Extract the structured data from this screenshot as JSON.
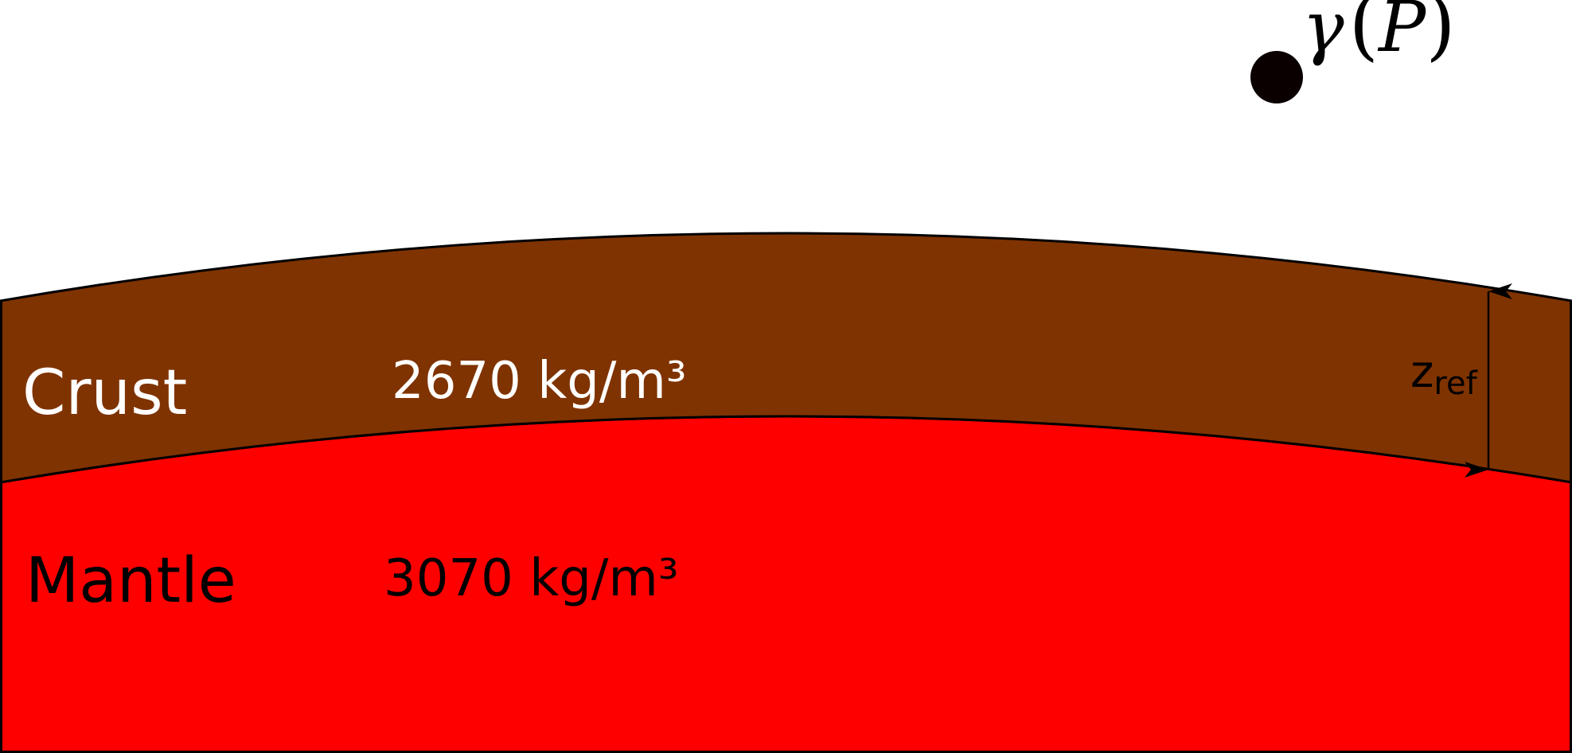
{
  "layers": {
    "crust": {
      "name": "Crust",
      "density": "2670 kg/m³",
      "color": "#7f3300",
      "text_color": "#ffffff"
    },
    "mantle": {
      "name": "Mantle",
      "density": "3070 kg/m³",
      "color": "#ff0000",
      "text_color": "#000000"
    }
  },
  "observation_point": {
    "symbol": "γ",
    "argument": "P",
    "color": "#0a0000"
  },
  "reference_depth": {
    "symbol": "z",
    "subscript": "ref"
  },
  "outline_color": "#000000"
}
